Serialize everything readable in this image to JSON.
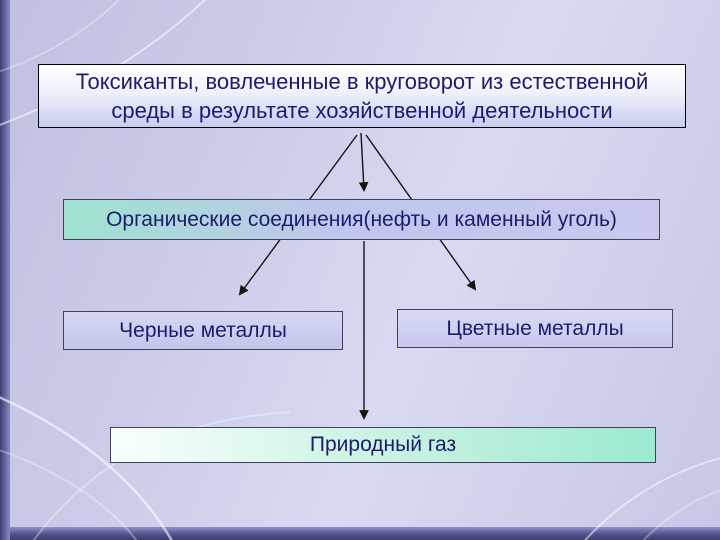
{
  "slide": {
    "boxes": {
      "title": {
        "lines": [
          "Токсиканты, вовлеченные в круговорот из естественной",
          "среды в результате хозяйственной деятельности"
        ]
      },
      "organic": {
        "text": "Органические соединения(нефть и каменный уголь)"
      },
      "ferrous": {
        "text": "Черные металлы"
      },
      "nonferrous": {
        "text": "Цветные металлы"
      },
      "gas": {
        "text": "Природный газ"
      }
    },
    "connections": [
      {
        "from": "title",
        "to": "organic"
      },
      {
        "from": "title",
        "to": "ferrous"
      },
      {
        "from": "title",
        "to": "nonferrous"
      },
      {
        "from": "organic",
        "to": "gas"
      }
    ],
    "colors": {
      "text": "#1c1c6e",
      "background": "#ccccea",
      "accent_bar_dark": "#3d3d74",
      "accent_bar_light": "#8a8ac2",
      "box_mint": "#9fe3cf",
      "box_lavender": "#c9c9ee",
      "arrow": "#141414"
    }
  }
}
